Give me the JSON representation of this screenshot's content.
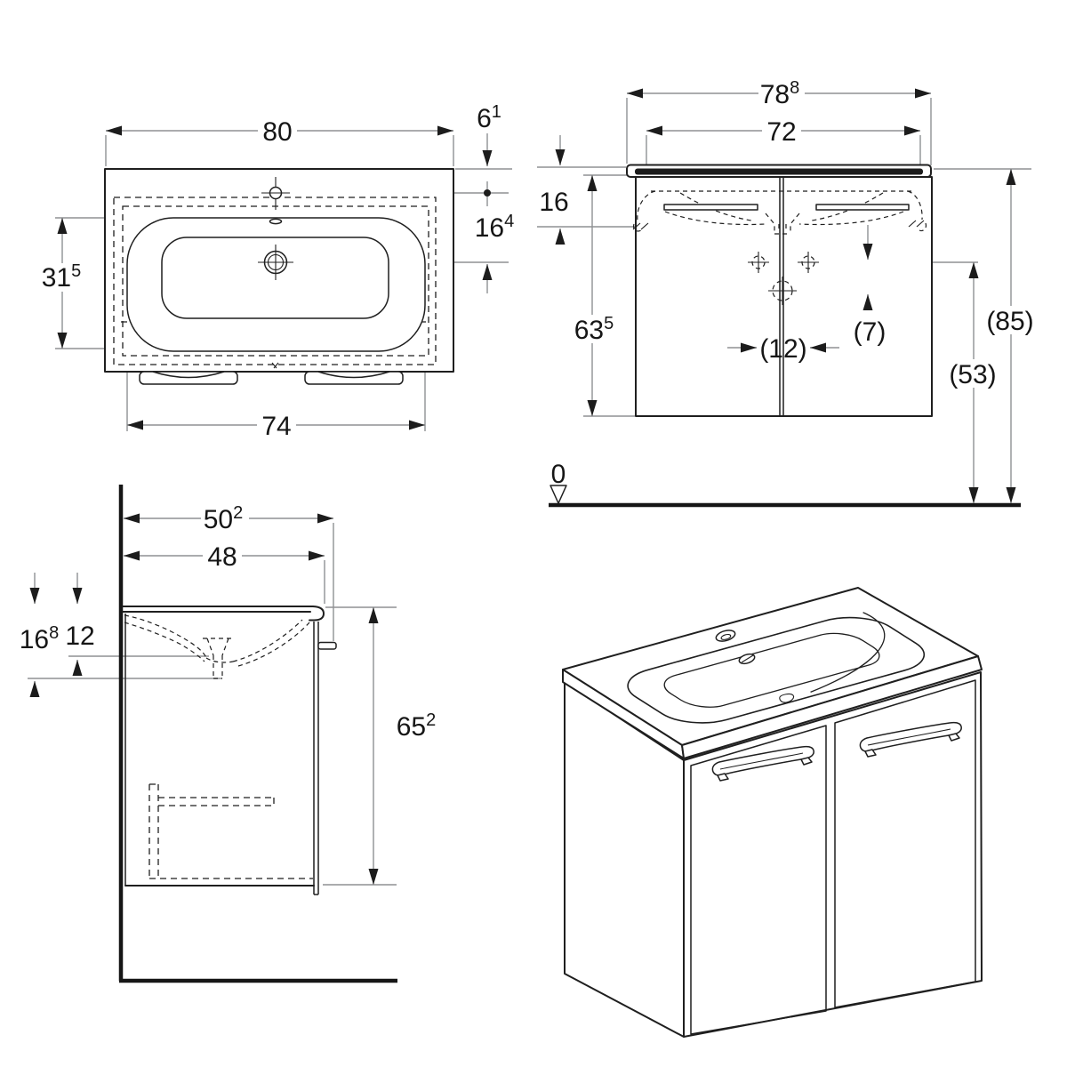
{
  "drawing": {
    "colors": {
      "line": "#1f1f1f",
      "dim_line": "#8f9193",
      "background": "#ffffff"
    },
    "views": {
      "plan": {
        "width": {
          "t": "80",
          "s": ""
        },
        "edge_offset": {
          "t": "6",
          "s": "1"
        },
        "tap_to_drain": {
          "t": "16",
          "s": "4"
        },
        "depth": {
          "t": "31",
          "s": "5"
        },
        "inner_width": {
          "t": "74",
          "s": ""
        }
      },
      "front": {
        "total_width": {
          "t": "78",
          "s": "8"
        },
        "basin_width": {
          "t": "72",
          "s": ""
        },
        "apron_height": {
          "t": "16",
          "s": ""
        },
        "cabinet_height": {
          "t": "63",
          "s": "5"
        },
        "hinge_spacing": {
          "t": "(12)",
          "s": ""
        },
        "offset_seven": {
          "t": "(7)",
          "s": ""
        },
        "height_53": {
          "t": "(53)",
          "s": ""
        },
        "height_85": {
          "t": "(85)",
          "s": ""
        },
        "datum_zero": {
          "t": "0",
          "s": ""
        }
      },
      "side": {
        "total_depth": {
          "t": "50",
          "s": "2"
        },
        "cabinet_depth": {
          "t": "48",
          "s": ""
        },
        "overhang": {
          "t": "16",
          "s": "8"
        },
        "bowl_depth": {
          "t": "12",
          "s": ""
        },
        "side_height": {
          "t": "65",
          "s": "2"
        }
      }
    }
  }
}
